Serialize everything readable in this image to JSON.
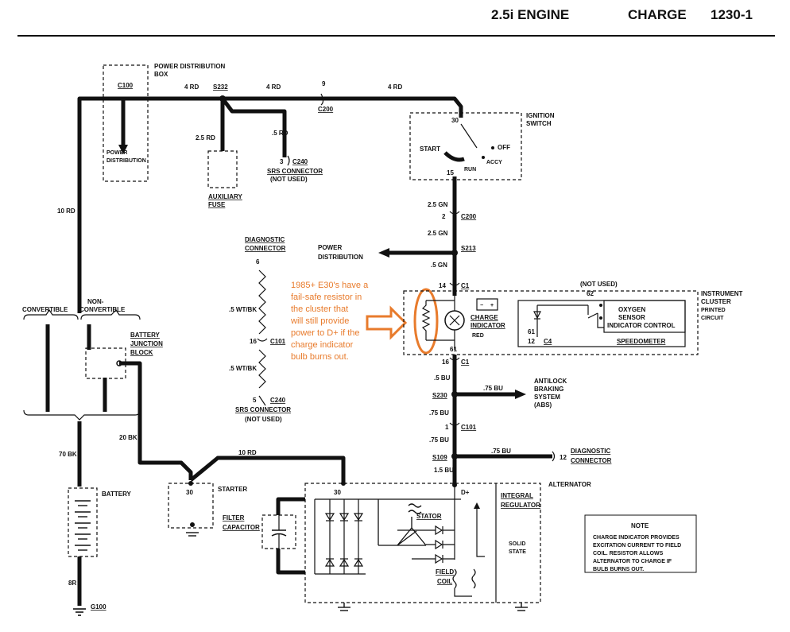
{
  "header": {
    "engine": "2.5i ENGINE",
    "section": "CHARGE",
    "page": "1230-1"
  },
  "power_distribution_box": {
    "title_line1": "POWER DISTRIBUTION",
    "title_line2": "BOX",
    "connector": "C100",
    "inner_line1": "POWER",
    "inner_line2": "DISTRIBUTION"
  },
  "top_wires": {
    "w1": "4 RD",
    "splice": "S232",
    "w2": "4 RD",
    "pin9": "9",
    "c200": "C200",
    "w3": "4 RD"
  },
  "aux_fuse": {
    "wire": "2.5 RD",
    "label_line1": "AUXILIARY",
    "label_line2": "FUSE"
  },
  "srs_c240_top": {
    "wire": ".5 RD",
    "pin": "3",
    "connector": "C240",
    "label": "SRS CONNECTOR",
    "note": "(NOT USED)"
  },
  "ignition_switch": {
    "title_line1": "IGNITION",
    "title_line2": "SWITCH",
    "pin30": "30",
    "start": "START",
    "off": "OFF",
    "accy": "ACCY",
    "run": "RUN",
    "pin15": "15"
  },
  "center_column": {
    "w1": "2.5 GN",
    "pin2": "2",
    "c200": "C200",
    "w2": "2.5 GN",
    "splice": "S213",
    "power_dist_line1": "POWER",
    "power_dist_line2": "DISTRIBUTION",
    "w3": ".5 GN",
    "pin14": "14",
    "c1_top": "C1"
  },
  "diagnostic_left": {
    "title_line1": "DIAGNOSTIC",
    "title_line2": "CONNECTOR",
    "pin6": "6",
    "wire1": ".5 WT/BK",
    "pin16": "16",
    "c101": "C101",
    "wire2": ".5 WT/BK",
    "pin5": "5",
    "c240": "C240",
    "srs_label": "SRS CONNECTOR",
    "not_used": "(NOT USED)"
  },
  "annotation": {
    "line1": "1985+ E30's have a",
    "line2": "fail-safe resistor in",
    "line3": "the cluster that",
    "line4": "will still provide",
    "line5": "power to D+ if the",
    "line6": "charge indicator",
    "line7": "bulb burns out.",
    "color": "#e87b2c"
  },
  "instrument_cluster": {
    "title_line1": "INSTRUMENT",
    "title_line2": "CLUSTER",
    "sub_line1": "PRINTED",
    "sub_line2": "CIRCUIT",
    "not_used": "(NOT USED)",
    "charge_line1": "CHARGE",
    "charge_line2": "INDICATOR",
    "charge_color": "RED",
    "pin61": "61",
    "pin62": "62",
    "pin61b": "61",
    "pin12": "12",
    "c4": "C4",
    "o2_line1": "OXYGEN",
    "o2_line2": "SENSOR",
    "o2_line3": "INDICATOR CONTROL",
    "speedometer": "SPEEDOMETER",
    "pin16": "16",
    "c1_bottom": "C1"
  },
  "lower_center": {
    "w1": ".5 BU",
    "splice_s230": "S230",
    "w_abs": ".75 BU",
    "abs_line1": "ANTILOCK",
    "abs_line2": "BRAKING",
    "abs_line3": "SYSTEM",
    "abs_line4": "(ABS)",
    "w2": ".75 BU",
    "pin1": "1",
    "c101": "C101",
    "w3": ".75 BU",
    "splice_s109": "S109",
    "w_diag": ".75 BU",
    "diag_pin": "12",
    "diag_line1": "DIAGNOSTIC",
    "diag_line2": "CONNECTOR",
    "w4": "1.5 BU"
  },
  "left_side": {
    "w_10rd": "10 RD",
    "convertible": "CONVERTIBLE",
    "non_conv_line1": "NON-",
    "non_conv_line2": "CONVERTIBLE",
    "bjb_line1": "BATTERY",
    "bjb_line2": "JUNCTION",
    "bjb_line3": "BLOCK",
    "w_20bk": "20 BK",
    "w_70bk": "70 BK",
    "battery": "BATTERY",
    "w_8r": "8R",
    "ground": "G100"
  },
  "starter": {
    "label": "STARTER",
    "pin30": "30",
    "wire": "10 RD"
  },
  "filter_capacitor": {
    "line1": "FILTER",
    "line2": "CAPACITOR"
  },
  "alternator": {
    "title": "ALTERNATOR",
    "pin30": "30",
    "dplus": "D+",
    "stator": "STATOR",
    "field_line1": "FIELD",
    "field_line2": "COIL",
    "reg_line1": "INTEGRAL",
    "reg_line2": "REGULATOR",
    "solid_line1": "SOLID",
    "solid_line2": "STATE"
  },
  "note": {
    "title": "NOTE",
    "line1": "CHARGE INDICATOR PROVIDES",
    "line2": "EXCITATION CURRENT TO FIELD",
    "line3": "COIL. RESISTOR ALLOWS",
    "line4": "ALTERNATOR TO CHARGE IF",
    "line5": "BULB BURNS OUT."
  }
}
